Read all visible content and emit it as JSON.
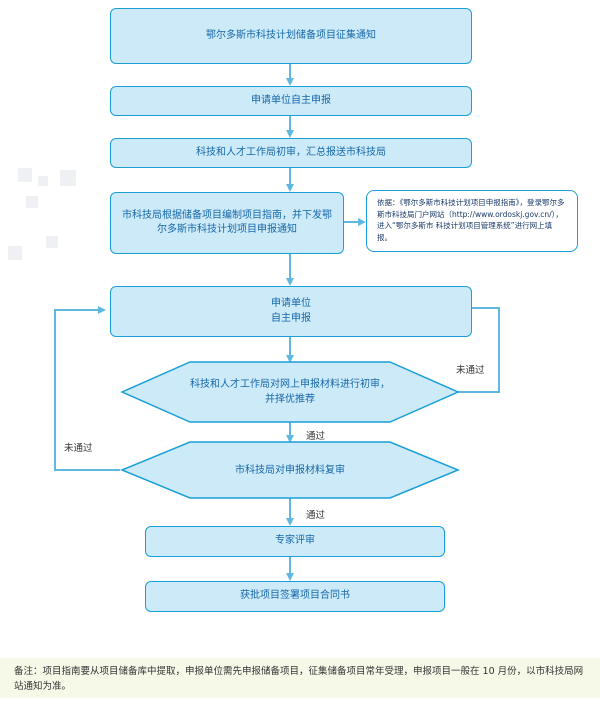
{
  "flow": {
    "step1": "鄂尔多斯市科技计划储备项目征集通知",
    "step2": "申请单位自主申报",
    "step3": "科技和人才工作局初审，汇总报送市科技局",
    "step4": "市科技局根据储备项目编制项目指南，并下发鄂尔多斯市科技计划项目申报通知",
    "note": "依据：《鄂尔多斯市科技计划项目申报指南》，登录鄂尔多斯市科技局门户网站（http://www.ordoskj.gov.cn/），进入“鄂尔多斯市 科技计划项目管理系统”进行网上填报。",
    "step5_line1": "申请单位",
    "step5_line2": "自主申报",
    "decision1": "科技和人才工作局对网上申报材料进行初审，并择优推荐",
    "decision2": "市科技局对申报材料复审",
    "step6": "专家评审",
    "step7": "获批项目签署项目合同书"
  },
  "edges": {
    "fail_right": "未通过",
    "fail_left": "未通过",
    "pass1": "通过",
    "pass2": "通过"
  },
  "footer": {
    "text": "备注：项目指南要从项目储备库中提取，申报单位需先申报储备项目，征集储备项目常年受理，申报项目一般在 10 月份，以市科技局网站通知为准。"
  },
  "colors": {
    "box_fill": "#cdeaf8",
    "border": "#1a9fd8",
    "text": "#1668a8",
    "connector": "#5fb8df"
  }
}
